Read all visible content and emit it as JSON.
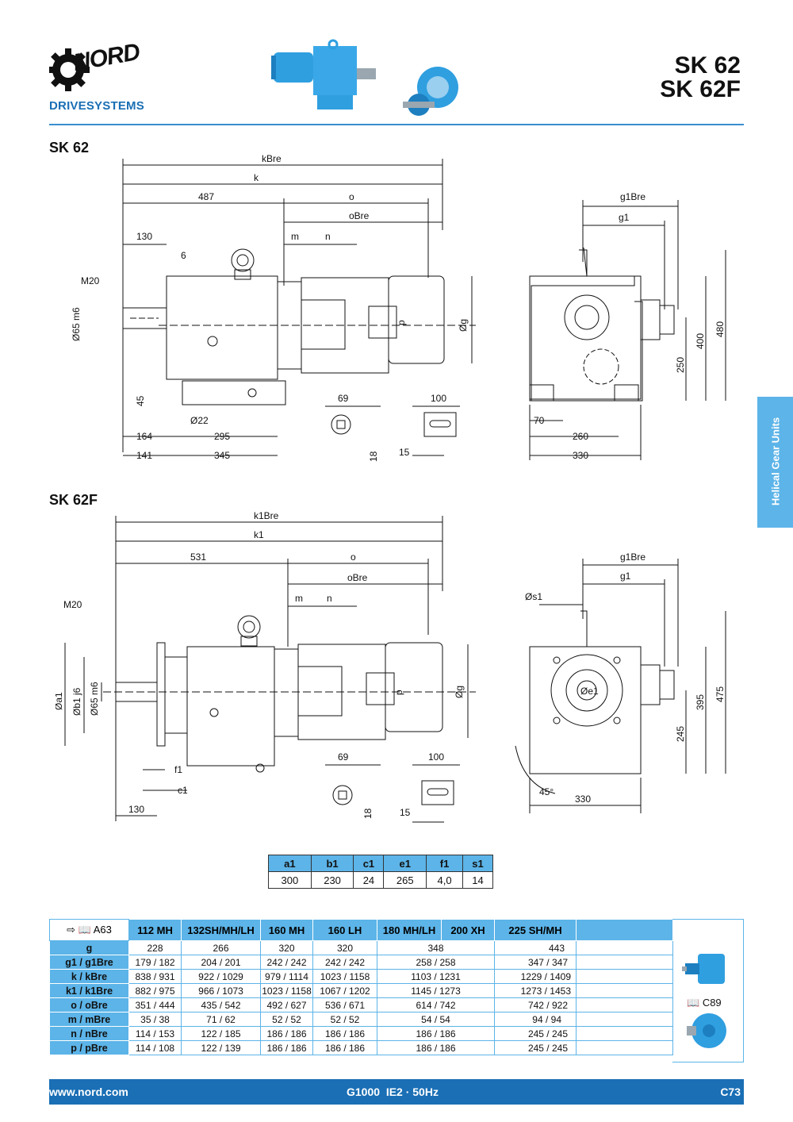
{
  "header": {
    "brand_name": "NORD",
    "brand_sub": "DRIVESYSTEMS",
    "title_line1": "SK 62",
    "title_line2": "SK 62F"
  },
  "side_tab": "Helical Gear Units",
  "section1": {
    "title": "SK 62",
    "dims": {
      "kBre": "kBre",
      "k": "k",
      "d487": "487",
      "o": "o",
      "oBre": "oBre",
      "m": "m",
      "n": "n",
      "d130": "130",
      "d6": "6",
      "M20": "M20",
      "d65m6": "Ø65 m6",
      "d45": "45",
      "d22": "Ø22",
      "d164": "164",
      "d295": "295",
      "d141": "141",
      "d345": "345",
      "p": "p",
      "g": "Øg",
      "d69": "69",
      "d100": "100",
      "d18": "18",
      "d15": "15",
      "g1Bre": "g1Bre",
      "g1": "g1",
      "d480": "480",
      "d400": "400",
      "d250": "250",
      "d70": "70",
      "d260": "260",
      "d330": "330"
    }
  },
  "section2": {
    "title": "SK 62F",
    "dims": {
      "k1Bre": "k1Bre",
      "k1": "k1",
      "d531": "531",
      "o": "o",
      "oBre": "oBre",
      "m": "m",
      "n": "n",
      "M20": "M20",
      "a1": "Øa1",
      "b1j6": "Øb1 j6",
      "d65m6": "Ø65 m6",
      "f1": "f1",
      "c1": "c1",
      "d130": "130",
      "p": "p",
      "g": "Øg",
      "d69": "69",
      "d100": "100",
      "d18": "18",
      "d15": "15",
      "g1Bre": "g1Bre",
      "g1": "g1",
      "s1": "Øs1",
      "e1": "Øe1",
      "d475": "475",
      "d395": "395",
      "d245": "245",
      "d45deg": "45°",
      "d330": "330"
    }
  },
  "flange_table": {
    "headers": [
      "a1",
      "b1",
      "c1",
      "e1",
      "f1",
      "s1"
    ],
    "values": [
      "300",
      "230",
      "24",
      "265",
      "4,0",
      "14"
    ]
  },
  "motor_table": {
    "ref_label": "A63",
    "columns": [
      "112 MH",
      "132SH/MH/LH",
      "160 MH",
      "160 LH",
      "180 MH/LH",
      "200 XH",
      "225 SH/MH"
    ],
    "rows": [
      {
        "label": "g",
        "values": [
          "228",
          "266",
          "320",
          "320",
          "348",
          "443"
        ]
      },
      {
        "label": "g1 / g1Bre",
        "values": [
          "179 / 182",
          "204 / 201",
          "242 / 242",
          "242 / 242",
          "258 / 258",
          "347 / 347"
        ]
      },
      {
        "label": "k / kBre",
        "values": [
          "838 / 931",
          "922 / 1029",
          "979 / 1114",
          "1023 / 1158",
          "1103 / 1231",
          "1229 / 1409"
        ]
      },
      {
        "label": "k1 / k1Bre",
        "values": [
          "882 / 975",
          "966 / 1073",
          "1023 / 1158",
          "1067 / 1202",
          "1145 / 1273",
          "1273 / 1453"
        ]
      },
      {
        "label": "o / oBre",
        "values": [
          "351 / 444",
          "435 / 542",
          "492 / 627",
          "536 / 671",
          "614 / 742",
          "742 / 922"
        ]
      },
      {
        "label": "m / mBre",
        "values": [
          "35 / 38",
          "71 / 62",
          "52 / 52",
          "52 / 52",
          "54 / 54",
          "94 / 94"
        ]
      },
      {
        "label": "n / nBre",
        "values": [
          "114 / 153",
          "122 / 185",
          "186 / 186",
          "186 / 186",
          "186 / 186",
          "245 / 245"
        ]
      },
      {
        "label": "p / pBre",
        "values": [
          "114 / 108",
          "122 / 139",
          "186 / 186",
          "186 / 186",
          "186 / 186",
          "245 / 245"
        ]
      }
    ],
    "side_ref": "C89"
  },
  "footer": {
    "url": "www.nord.com",
    "spec": "G1000  IE2 · 50Hz",
    "page": "C73"
  },
  "colors": {
    "accent": "#5cb4e8",
    "brand": "#1a6fb5",
    "gear_blue": "#2f9fe0"
  }
}
